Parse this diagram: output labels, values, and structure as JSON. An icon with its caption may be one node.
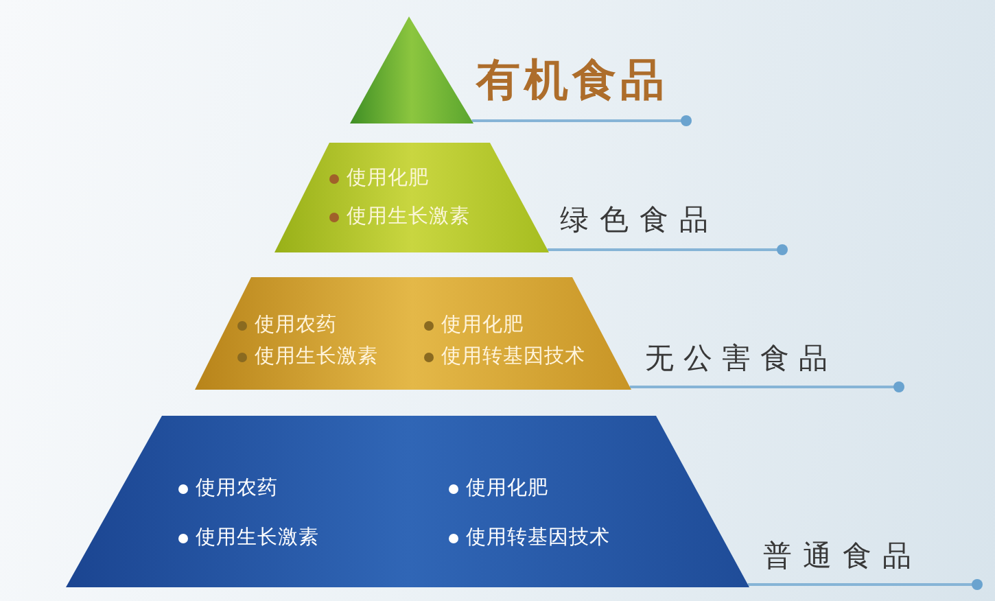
{
  "diagram": {
    "nodes": [
      {
        "text": [],
        "shape": "triangle"
      },
      {
        "text": [
          "有机食品"
        ]
      },
      {
        "text": [
          "使用化肥",
          "使用生长激素"
        ]
      },
      {
        "text": [
          "绿色食品"
        ]
      },
      {
        "text": [
          "使用农药",
          "使用化肥",
          "使用生长激素",
          "使用转基因技术"
        ]
      },
      {
        "text": [
          "无公害食品"
        ]
      },
      {
        "text": [
          "使用农药",
          "使用化肥",
          "使用生长激素",
          "使用转基因技术"
        ]
      },
      {
        "text": [
          "普通食品"
        ]
      }
    ],
    "edges": [
      {
        "from": 1,
        "to": 0,
        "arrow": "none"
      },
      {
        "from": 3,
        "to": 2,
        "arrow": "none"
      },
      {
        "from": 5,
        "to": 4,
        "arrow": "none"
      },
      {
        "from": 7,
        "to": 6,
        "arrow": "none"
      }
    ]
  }
}
